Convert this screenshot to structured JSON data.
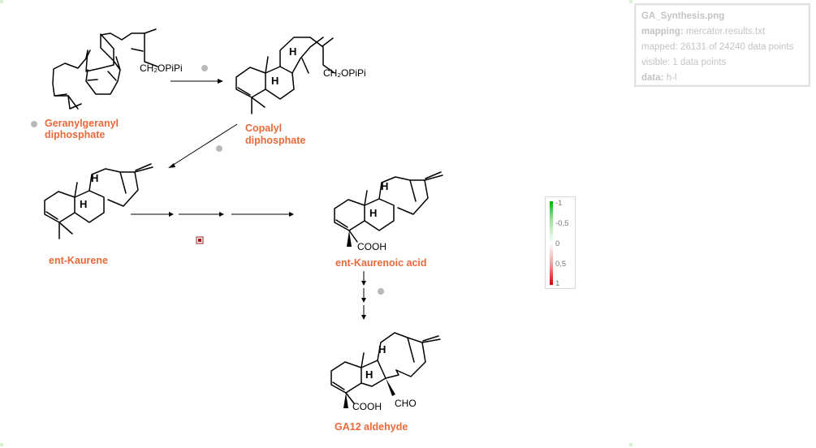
{
  "info_panel": {
    "filename": "GA_Synthesis.png",
    "mapping_label": "mapping:",
    "mapping_value": "mercator.results.txt",
    "mapped": "mapped: 26131 of 24240 data points",
    "visible": "visible: 1 data points",
    "data_label": "data:",
    "data_value": "h-l"
  },
  "color_scale": {
    "ticks": [
      "-1",
      "-0,5",
      "0",
      "0,5",
      "1"
    ],
    "colors": {
      "negative": "#00b000",
      "zero": "#ffffff",
      "positive": "#d40000"
    }
  },
  "compounds": {
    "ggpp": {
      "name_line1": "Geranylgeranyl",
      "name_line2": "diphosphate",
      "substituent": "CH₂OPiPi"
    },
    "cpp": {
      "name_line1": "Copalyl",
      "name_line2": "diphosphate",
      "substituent": "CH₂OPiPi"
    },
    "kaurene": {
      "name": "ent-Kaurene"
    },
    "kaurenoic": {
      "name": "ent-Kaurenoic acid",
      "substituent": "COOH"
    },
    "ga12": {
      "name": "GA12 aldehyde",
      "substituent1": "COOH",
      "substituent2": "CHO"
    }
  },
  "stereo_label": "H",
  "marker_colors": {
    "dot": "#b9b9b9",
    "selected": "#a01c1c"
  }
}
